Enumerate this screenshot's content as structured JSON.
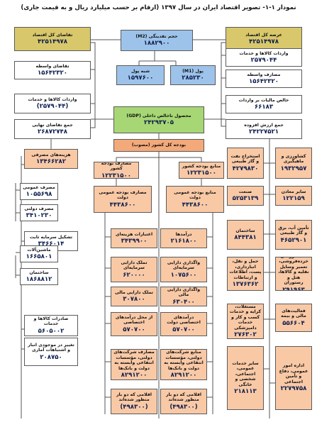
{
  "title": "نمودار ۱-۱- تصویر اقتصاد ایران در سال ۱۳۹۷ (ارقام بر حسب میلیارد ریال و به قیمت جاری)",
  "boxes": [
    {
      "id": "supply",
      "label": "عرضه کل اقتصاد",
      "value": "۴۲۵۱۴۹۷۸",
      "color": "olive"
    },
    {
      "id": "demand",
      "label": "تقاضای کل اقتصاد",
      "value": "۴۲۵۱۴۹۷۸",
      "color": "olive"
    },
    {
      "id": "m2",
      "label": "حجم نقدینگی (M2)",
      "value": "۱۸۸۲۹۰۰",
      "color": "blue"
    },
    {
      "id": "quasi",
      "label": "شبه پول",
      "value": "۱۵۹۷۶۰۰",
      "color": "blue"
    },
    {
      "id": "m1",
      "label": "پول (M1)",
      "value": "۲۸۵۲۳۰",
      "color": "blue"
    },
    {
      "id": "imports",
      "label": "واردات کالاها و خدمات",
      "value": "۲۵۷۹۰۴۴",
      "color": "white"
    },
    {
      "id": "intermediate_s",
      "label": "مصارف واسطه",
      "value": "۱۵۶۴۲۳۲۰",
      "color": "white"
    },
    {
      "id": "intermediate_d",
      "label": "تقاضای واسطه",
      "value": "۱۵۶۴۲۳۲۰",
      "color": "white"
    },
    {
      "id": "imports_d",
      "label": "واردات کالاها و خدمات",
      "value": "(۲۵۷۹۰۴۴)",
      "color": "white"
    },
    {
      "id": "final_demand",
      "label": "جمع تقاضای نهایی",
      "value": "۲۶۸۷۲۷۴۸",
      "color": "white"
    },
    {
      "id": "net_import_tax",
      "label": "خالص مالیات بر واردات",
      "value": "۶۶۱۸۳",
      "color": "white"
    },
    {
      "id": "value_added",
      "label": "جمع ارزش افزوده",
      "value": "۲۴۲۲۷۵۲۱",
      "color": "white"
    },
    {
      "id": "gdp",
      "label": "محصول ناخالص داخلی (GDP)",
      "value": "۲۴۲۹۳۷۰۵",
      "color": "green"
    },
    {
      "id": "budget",
      "label": "بودجه کل کشور (مصوب)",
      "value": "",
      "color": "peachd"
    },
    {
      "id": "consumption",
      "label": "هزینه‌های مصرفی",
      "value": "۱۳۴۶۶۲۸۲",
      "color": "peach"
    },
    {
      "id": "public_cons",
      "label": "مصرف عمومی",
      "value": "۱۰۵۵۶۹۸",
      "color": "white"
    },
    {
      "id": "gov_cons",
      "label": "مصرف دولتی",
      "value": "۳۴۱۰۲۳۰",
      "color": "white"
    },
    {
      "id": "gfcf",
      "label": "تشکیل سرمایه ثابت",
      "value": "۳۴۶۶۰۱۴",
      "color": "white"
    },
    {
      "id": "machinery",
      "label": "ماشین‌آلات",
      "value": "۱۶۶۵۸۰۱",
      "color": "white"
    },
    {
      "id": "construction_inv",
      "label": "ساختمان",
      "value": "۱۸۶۸۸۱۲",
      "color": "white"
    },
    {
      "id": "exports",
      "label": "صادرات کالاها و خدمات",
      "value": "۵۶۰۵۰۰۲",
      "color": "white"
    },
    {
      "id": "inventory",
      "label": "تغییر در موجودی انبار و اشتباهات آماری",
      "value": "۲۰۸۷۵۰",
      "color": "white"
    },
    {
      "id": "uses_country",
      "label": "مصارف بودجه کشور",
      "value": "۱۲۲۳۱۵۰۰",
      "color": "peach"
    },
    {
      "id": "res_country",
      "label": "منابع بودجه کشور",
      "value": "۱۲۲۳۱۵۰۰",
      "color": "peach"
    },
    {
      "id": "uses_gov",
      "label": "مصارف بودجه عمومی دولت",
      "value": "۴۴۳۸۶۰۰",
      "color": "peach"
    },
    {
      "id": "res_gov",
      "label": "منابع بودجه عمومی دولت",
      "value": "۴۴۳۸۶۰۰",
      "color": "peach"
    },
    {
      "id": "current_credit",
      "label": "اعتبارات هزینه‌ای",
      "value": "۳۴۳۹۹۰۰",
      "color": "peach"
    },
    {
      "id": "revenues",
      "label": "درآمدها",
      "value": "۲۱۶۱۸۰۰",
      "color": "peach"
    },
    {
      "id": "capital_assets_u",
      "label": "تملک دارایی سرمایه‌ای",
      "value": "۶۲۰۰۰۰",
      "color": "peach"
    },
    {
      "id": "capital_assets_r",
      "label": "واگذاری دارایی سرمایه‌ای",
      "value": "۱۰۷۵۶۰۰",
      "color": "peach"
    },
    {
      "id": "fin_assets_u",
      "label": "تملک دارایی مالی",
      "value": "۳۰۷۸۰۰",
      "color": "peach"
    },
    {
      "id": "fin_assets_r",
      "label": "واگذاری دارایی مالی",
      "value": "۶۳۰۴۰۰",
      "color": "peach"
    },
    {
      "id": "special_u",
      "label": "از محل درآمدهای اختصاصی",
      "value": "۵۷۰۷۰۰",
      "color": "peach"
    },
    {
      "id": "special_r",
      "label": "درآمدهای اختصاصی دولت",
      "value": "۵۷۰۷۰۰",
      "color": "peach"
    },
    {
      "id": "soe_uses",
      "label": "مصارف شرکت‌های دولتی، مؤسسات انتفاعی وابسته به دولت و بانک‌ها",
      "value": "۸۲۹۱۲۰۰",
      "color": "peach"
    },
    {
      "id": "soe_res",
      "label": "منابع شرکت‌های دولتی، مؤسسات انتفاعی وابسته به دولت و بانک‌ها",
      "value": "۸۲۹۱۲۰۰",
      "color": "peach"
    },
    {
      "id": "deduct_u",
      "label": "اقلامی که دو بار منظور شده‌اند",
      "value": "(۴۹۸۳۰۰)",
      "color": "peach"
    },
    {
      "id": "deduct_r",
      "label": "اقلامی که دو بار منظور شده‌اند",
      "value": "(۴۹۸۳۰۰)",
      "color": "peach"
    },
    {
      "id": "agriculture",
      "label": "کشاورزی و ماهیگیری",
      "value": "۱۹۳۲۹۵۷",
      "color": "peach"
    },
    {
      "id": "oil",
      "label": "استخراج نفت و گاز طبیعی",
      "value": "۴۲۷۹۸۳۰",
      "color": "peach"
    },
    {
      "id": "mining",
      "label": "سایر معادن",
      "value": "۱۲۲۱۵۹",
      "color": "peach"
    },
    {
      "id": "industry",
      "label": "صنعت",
      "value": "۵۲۵۳۱۳۹",
      "color": "peach"
    },
    {
      "id": "utilities",
      "label": "تأمین آب، برق و گاز طبیعی",
      "value": "۴۶۵۲۹۰۱",
      "color": "peach"
    },
    {
      "id": "construction",
      "label": "ساختمان",
      "value": "۸۴۴۳۸۱",
      "color": "peach"
    },
    {
      "id": "trade",
      "label": "عمده‌فروشی، خرده‌فروشی، تعمیر وسایل نقلیه و کالاها، هتل و رستوران",
      "value": "۲۹۱۹۶۳",
      "color": "peach"
    },
    {
      "id": "transport",
      "label": "حمل و نقل، انبارداری، پست، اطلاعات و ارتباطات",
      "value": "۱۳۷۶۳۶۲",
      "color": "peach"
    },
    {
      "id": "finance",
      "label": "فعالیت‌های مالی و بیمه",
      "value": "۵۵۶۶۰۴",
      "color": "peach"
    },
    {
      "id": "realestate",
      "label": "مستغلات، کرایه و خدمات کسب و کار و خدمات دامپزشکی",
      "value": "۲۷۶۳۰۲",
      "color": "peach"
    },
    {
      "id": "public_admin",
      "label": "اداره امور عمومی، دفاع و تأمین اجتماعی",
      "value": "۲۲۷۹۷۵۸",
      "color": "peach"
    },
    {
      "id": "other_services",
      "label": "سایر خدمات عمومی، اجتماعی، شخصی و خانگی",
      "value": "۲۱۸۱۱۳",
      "color": "peach"
    }
  ]
}
